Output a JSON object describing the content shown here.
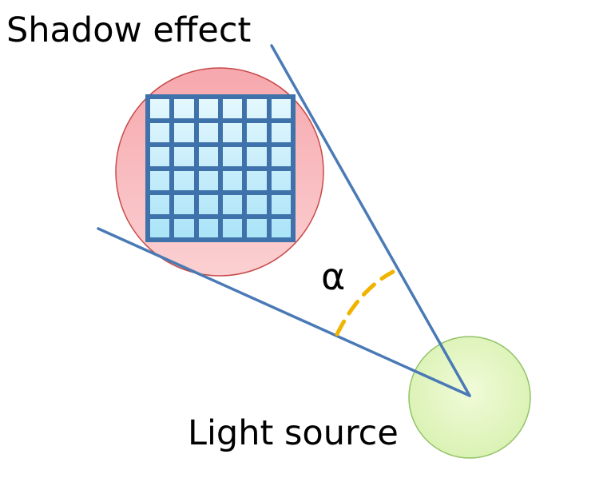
{
  "labels": {
    "shadow_effect": "Shadow effect",
    "light_source": "Light source",
    "angle": "α"
  },
  "colors": {
    "background": "#ffffff",
    "ray_line": "#4a7ab5",
    "angle_arc": "#f0b400",
    "occluder_fill": "#f7b9bd",
    "occluder_stroke": "#c84a4a",
    "light_fill": "#dff4b8",
    "light_stroke": "#93c267",
    "grid_cell_fill": "#bfeefb",
    "grid_line": "#3f72ab"
  },
  "icons": {
    "occluder": "grid-circle-icon",
    "light": "light-source-circle"
  }
}
